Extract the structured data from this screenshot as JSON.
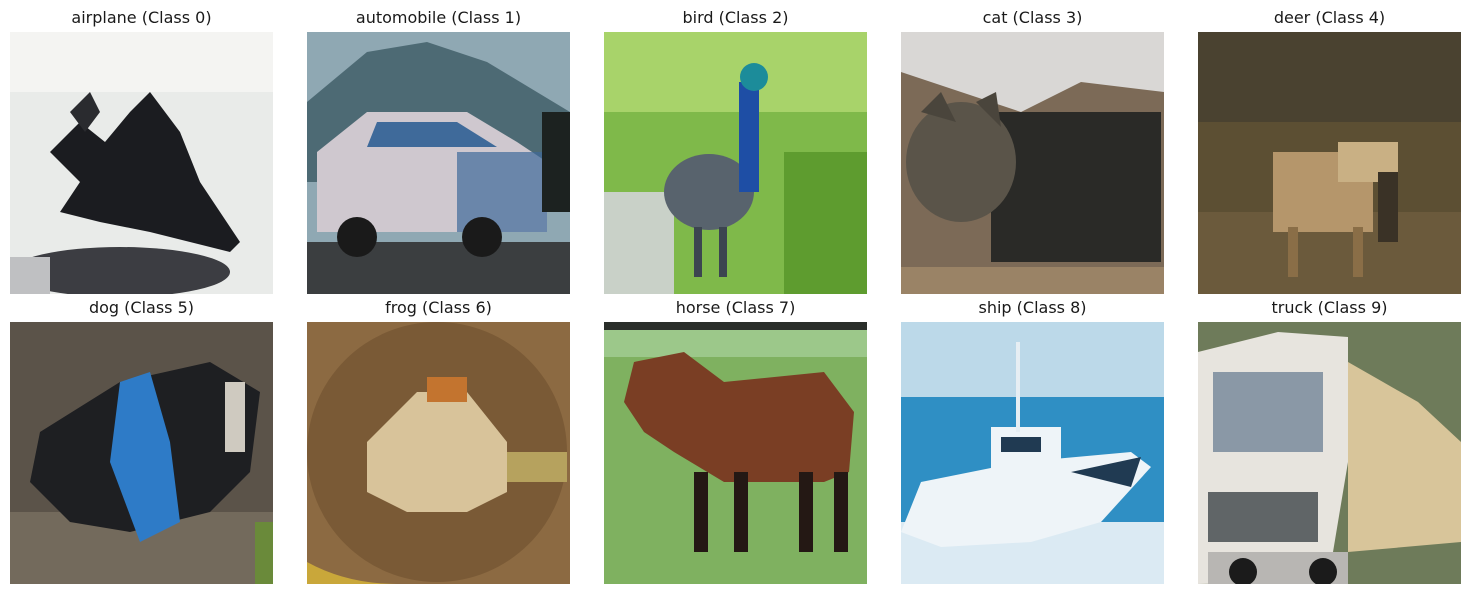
{
  "panels": [
    {
      "title": "airplane (Class 0)",
      "subject": "airplane",
      "colors": {
        "bg": "#e9ebe9",
        "main": "#1b1c20",
        "accent": "#5a5b62"
      }
    },
    {
      "title": "automobile (Class 1)",
      "subject": "automobile",
      "colors": {
        "bg": "#8fa8b3",
        "main": "#cfc8cf",
        "accent": "#3f6a9a"
      }
    },
    {
      "title": "bird (Class 2)",
      "subject": "bird",
      "colors": {
        "bg": "#7fb94a",
        "main": "#58636d",
        "accent": "#1e4ea5"
      }
    },
    {
      "title": "cat (Class 3)",
      "subject": "cat",
      "colors": {
        "bg": "#7c6a57",
        "main": "#2a2a27",
        "accent": "#d9d7d5"
      }
    },
    {
      "title": "deer (Class 4)",
      "subject": "deer",
      "colors": {
        "bg": "#5c4f33",
        "main": "#b5966b",
        "accent": "#8a7a59"
      }
    },
    {
      "title": "dog (Class 5)",
      "subject": "dog",
      "colors": {
        "bg": "#5b5349",
        "main": "#1e1f22",
        "accent": "#2e7bc7"
      }
    },
    {
      "title": "frog (Class 6)",
      "subject": "frog",
      "colors": {
        "bg": "#8c6a42",
        "main": "#d8c39a",
        "accent": "#c3742f"
      }
    },
    {
      "title": "horse (Class 7)",
      "subject": "horse",
      "colors": {
        "bg": "#7fb160",
        "main": "#7a3e24",
        "accent": "#241814"
      }
    },
    {
      "title": "ship (Class 8)",
      "subject": "ship",
      "colors": {
        "bg": "#2f8fc4",
        "main": "#eef4f8",
        "accent": "#203a52"
      }
    },
    {
      "title": "truck (Class 9)",
      "subject": "truck",
      "colors": {
        "bg": "#6e7b5a",
        "main": "#e7e4de",
        "accent": "#7c6f52"
      }
    }
  ]
}
